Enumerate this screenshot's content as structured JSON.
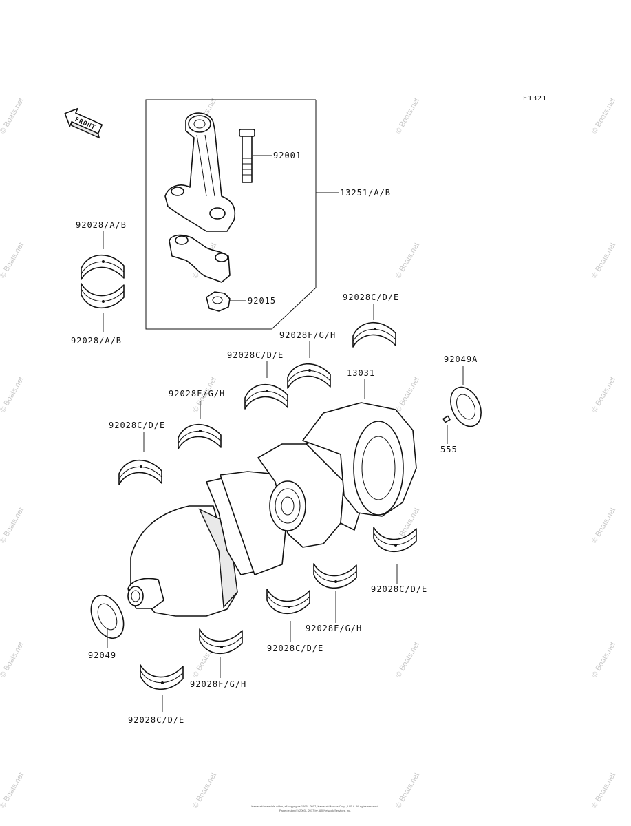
{
  "diagram_code": "E1321",
  "front_label": "FRONT",
  "callouts": [
    {
      "id": "c-92001",
      "text": "92001"
    },
    {
      "id": "c-13251",
      "text": "13251/A/B"
    },
    {
      "id": "c-92015",
      "text": "92015"
    },
    {
      "id": "c-92028ab-top",
      "text": "92028/A/B"
    },
    {
      "id": "c-92028ab-bot",
      "text": "92028/A/B"
    },
    {
      "id": "c-92028cde-1",
      "text": "92028C/D/E"
    },
    {
      "id": "c-92028fgh-1",
      "text": "92028F/G/H"
    },
    {
      "id": "c-92028cde-2",
      "text": "92028C/D/E"
    },
    {
      "id": "c-92028fgh-2",
      "text": "92028F/G/H"
    },
    {
      "id": "c-92028cde-3",
      "text": "92028C/D/E"
    },
    {
      "id": "c-13031",
      "text": "13031"
    },
    {
      "id": "c-92049a",
      "text": "92049A"
    },
    {
      "id": "c-555",
      "text": "555"
    },
    {
      "id": "c-92028cde-4",
      "text": "92028C/D/E"
    },
    {
      "id": "c-92028fgh-3",
      "text": "92028F/G/H"
    },
    {
      "id": "c-92028cde-5",
      "text": "92028C/D/E"
    },
    {
      "id": "c-92049",
      "text": "92049"
    },
    {
      "id": "c-92028fgh-4",
      "text": "92028F/G/H"
    },
    {
      "id": "c-92028cde-6",
      "text": "92028C/D/E"
    }
  ],
  "watermark": "© Boats.net",
  "footer": {
    "line1": "Kawasaki materials within, all copyrights 1995 - 2017, Kawasaki Motors Corp., U.S.A. All rights reserved.",
    "line2": "Page design (c) 2003 - 2017 by ARI Network Services, Inc."
  }
}
